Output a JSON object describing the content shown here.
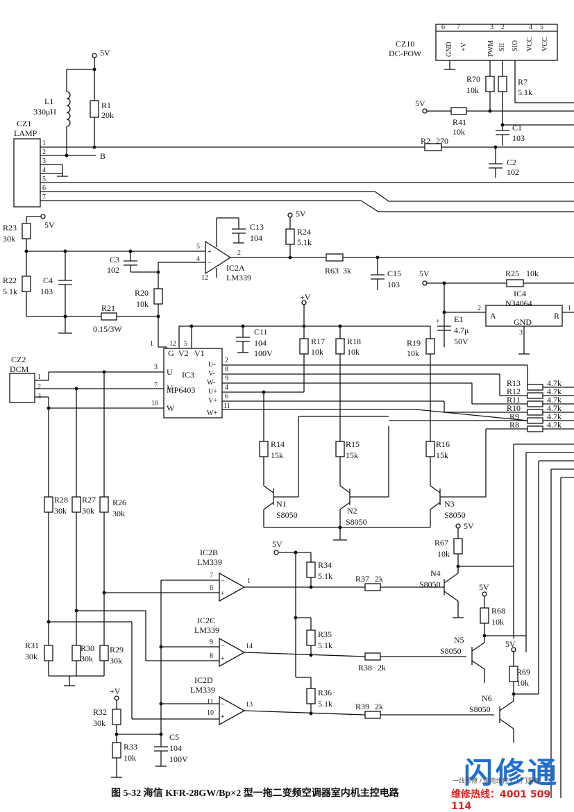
{
  "caption": "图 5-32   海信 KFR-28GW/Bp×2 型一拖二变频空调器室内机主控电路",
  "watermark": {
    "logo_text": "闪修通",
    "sub_text": "一线师傅 / 家电维修 / 上门服务",
    "hotline": "维修热线：4001 509 114"
  },
  "connectors": {
    "cz10": {
      "name": "CZ10",
      "label": "DC-POW",
      "pins": [
        "6",
        "7",
        "3",
        "2",
        "4",
        "5"
      ],
      "signals": [
        "GND",
        "+V",
        "PWM",
        "SII",
        "SIO",
        "VCC",
        "VCC"
      ]
    },
    "cz1": {
      "name": "CZ1",
      "label": "LAMP",
      "pins": [
        "1",
        "2",
        "3",
        "4",
        "5",
        "6",
        "7"
      ]
    },
    "cz2": {
      "name": "CZ2",
      "label": "DCM",
      "pins": [
        "1",
        "2",
        "3"
      ]
    }
  },
  "ics": {
    "ic2a": {
      "name": "IC2A",
      "part": "LM339",
      "pins": [
        "5",
        "4",
        "2",
        "12"
      ]
    },
    "ic2b": {
      "name": "IC2B",
      "part": "LM339",
      "pins": [
        "7",
        "6",
        "1"
      ]
    },
    "ic2c": {
      "name": "IC2C",
      "part": "LM339",
      "pins": [
        "9",
        "8",
        "14"
      ]
    },
    "ic2d": {
      "name": "IC2D",
      "part": "LM339",
      "pins": [
        "11",
        "10",
        "13"
      ]
    },
    "ic3": {
      "name": "IC3",
      "part": "MP6403",
      "left_pins": [
        "1",
        "12",
        "5",
        "3",
        "7",
        "10"
      ],
      "left_labels": [
        "G",
        "V2",
        "V1",
        "U",
        "V",
        "W"
      ],
      "right_pins": [
        "2",
        "8",
        "9",
        "4",
        "6",
        "11"
      ],
      "right_labels": [
        "U-",
        "V-",
        "W-",
        "U+",
        "V+",
        "W+"
      ]
    },
    "ic4": {
      "name": "IC4",
      "part": "N34064",
      "pins": [
        "2",
        "1",
        "3"
      ],
      "labels": [
        "A",
        "R",
        "GND"
      ]
    }
  },
  "supplies": {
    "v5": "5V",
    "vplus": "+V"
  },
  "net_b": "B",
  "resistors": {
    "r1": {
      "ref": "R1",
      "value": "20k"
    },
    "r2": {
      "ref": "R2",
      "value": "270"
    },
    "r7": {
      "ref": "R7",
      "value": "5.1k"
    },
    "r8": {
      "ref": "R8",
      "value": "4.7k"
    },
    "r9": {
      "ref": "R9",
      "value": "4.7k"
    },
    "r10": {
      "ref": "R10",
      "value": "4.7k"
    },
    "r11": {
      "ref": "R11",
      "value": "4.7k"
    },
    "r12": {
      "ref": "R12",
      "value": "4.7k"
    },
    "r13": {
      "ref": "R13",
      "value": "4.7k"
    },
    "r14": {
      "ref": "R14",
      "value": "15k"
    },
    "r15": {
      "ref": "R15",
      "value": "15k"
    },
    "r16": {
      "ref": "R16",
      "value": "15k"
    },
    "r17": {
      "ref": "R17",
      "value": "10k"
    },
    "r18": {
      "ref": "R18",
      "value": "10k"
    },
    "r19": {
      "ref": "R19",
      "value": "10k"
    },
    "r20": {
      "ref": "R20",
      "value": "10k"
    },
    "r21": {
      "ref": "R21",
      "value": "0.15/3W"
    },
    "r22": {
      "ref": "R22",
      "value": "5.1k"
    },
    "r23": {
      "ref": "R23",
      "value": "30k"
    },
    "r24": {
      "ref": "R24",
      "value": "5.1k"
    },
    "r25": {
      "ref": "R25",
      "value": "10k"
    },
    "r26": {
      "ref": "R26",
      "value": "30k"
    },
    "r27": {
      "ref": "R27",
      "value": "30k"
    },
    "r28": {
      "ref": "R28",
      "value": "30k"
    },
    "r29": {
      "ref": "R29",
      "value": "30k"
    },
    "r30": {
      "ref": "R30",
      "value": "30k"
    },
    "r31": {
      "ref": "R31",
      "value": "30k"
    },
    "r32": {
      "ref": "R32",
      "value": "30k"
    },
    "r33": {
      "ref": "R33",
      "value": "10k"
    },
    "r34": {
      "ref": "R34",
      "value": "5.1k"
    },
    "r35": {
      "ref": "R35",
      "value": "5.1k"
    },
    "r36": {
      "ref": "R36",
      "value": "5.1k"
    },
    "r37": {
      "ref": "R37",
      "value": "2k"
    },
    "r38": {
      "ref": "R38",
      "value": "2k"
    },
    "r39": {
      "ref": "R39",
      "value": "2k"
    },
    "r41": {
      "ref": "R41",
      "value": "10k"
    },
    "r63": {
      "ref": "R63",
      "value": "3k"
    },
    "r67": {
      "ref": "R67",
      "value": "10k"
    },
    "r68": {
      "ref": "R68",
      "value": "10k"
    },
    "r69": {
      "ref": "R69",
      "value": "10k"
    },
    "r70": {
      "ref": "R70",
      "value": "10k"
    }
  },
  "capacitors": {
    "c1": {
      "ref": "C1",
      "value": "103"
    },
    "c2": {
      "ref": "C2",
      "value": "102"
    },
    "c3": {
      "ref": "C3",
      "value": "102"
    },
    "c4": {
      "ref": "C4",
      "value": "103"
    },
    "c5": {
      "ref": "C5",
      "value": "104",
      "rating": "100V"
    },
    "c11": {
      "ref": "C11",
      "value": "104",
      "rating": "100V"
    },
    "c13": {
      "ref": "C13",
      "value": "104"
    },
    "c15": {
      "ref": "C15",
      "value": "103"
    },
    "e1": {
      "ref": "E1",
      "value": "4.7μ",
      "rating": "50V"
    }
  },
  "inductor": {
    "ref": "L1",
    "value": "330μH"
  },
  "transistors": {
    "n1": {
      "ref": "N1",
      "part": "S8050"
    },
    "n2": {
      "ref": "N2",
      "part": "S8050"
    },
    "n3": {
      "ref": "N3",
      "part": "S8050"
    },
    "n4": {
      "ref": "N4",
      "part": "S8050"
    },
    "n5": {
      "ref": "N5",
      "part": "S8050"
    },
    "n6": {
      "ref": "N6",
      "part": "S8050"
    }
  }
}
